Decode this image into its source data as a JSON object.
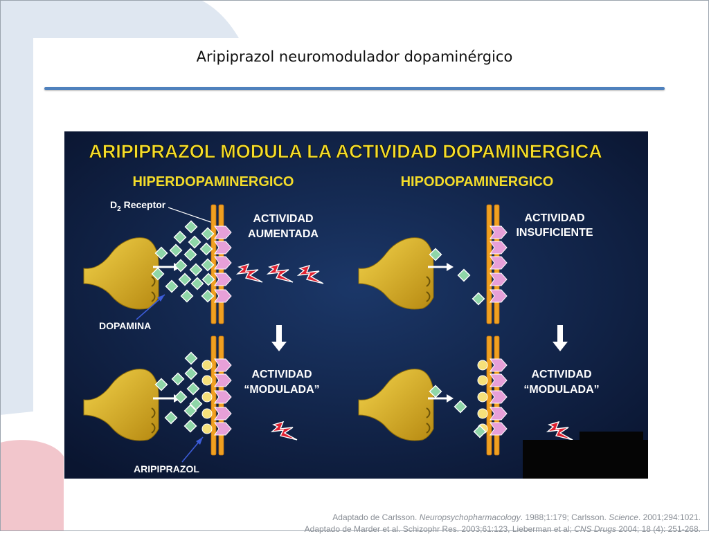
{
  "slide": {
    "title": "Aripiprazol neuromodulador dopaminérgico",
    "accent_color": "#4f81bd",
    "bg_shape_colors": [
      "#dfe7f1",
      "#f2c6cc"
    ]
  },
  "figure": {
    "heading": "ARIPIPRAZOL MODULA LA ACTIVIDAD DOPAMINERGICA",
    "left_column_title": "HIPERDOPAMINERGICO",
    "right_column_title": "HIPODOPAMINERGICO",
    "receptor_label_main": "D",
    "receptor_label_sub": "2",
    "receptor_label_rest": " Receptor",
    "dopamine_label": "DOPAMINA",
    "aripiprazole_label": "ARIPIPRAZOL",
    "top_left_status_line1": "ACTIVIDAD",
    "top_left_status_line2": "AUMENTADA",
    "top_right_status_line1": "ACTIVIDAD",
    "top_right_status_line2": "INSUFICIENTE",
    "bottom_left_status_line1": "ACTIVIDAD",
    "bottom_left_status_line2": "“MODULADA”",
    "bottom_right_status_line1": "ACTIVIDAD",
    "bottom_right_status_line2": "“MODULADA”",
    "colors": {
      "background": "#0c1c3c",
      "heading": "#f4dc2a",
      "text": "#ffffff",
      "neuron": "#d9b020",
      "membrane": "#f0a020",
      "receptor": "#e7a0d8",
      "dopamine": "#8fd6a8",
      "aripiprazole": "#f6e07a",
      "signal": "#e02030"
    }
  },
  "citation": {
    "line1_a": "Adaptado de Carlsson. ",
    "line1_b": "Neuropsychopharmacology",
    "line1_c": ". 1988;1:179; Carlsson. ",
    "line1_d": "Science",
    "line1_e": ". 2001;294:1021.",
    "line2_a": "Adaptado de Marder et al. Schizophr Res. 2003;61:123, Lieberman et al; ",
    "line2_b": "CNS Drugs",
    "line2_c": " 2004; 18 (4): 251-268."
  }
}
